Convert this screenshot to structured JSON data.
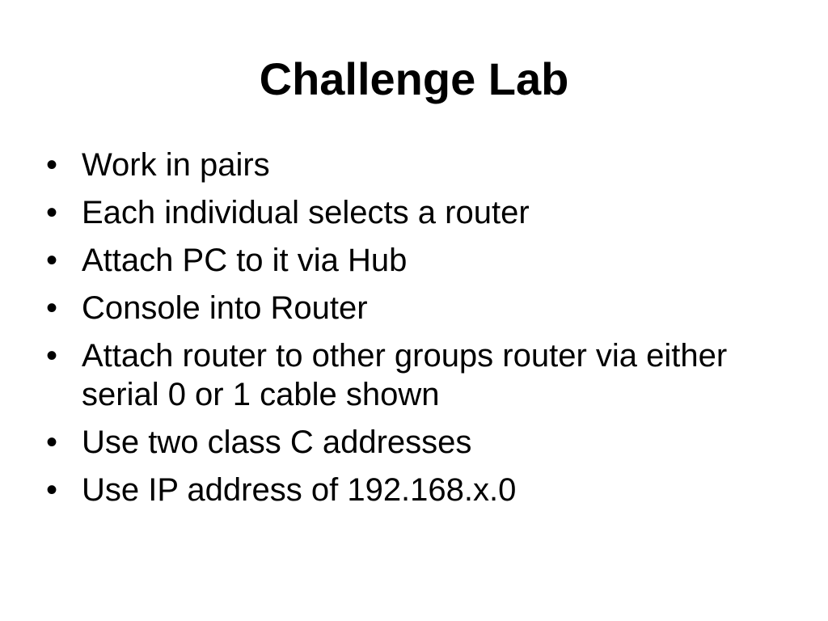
{
  "slide": {
    "title": "Challenge Lab",
    "bullet_marker": "•",
    "bullets": [
      "Work in pairs",
      "Each individual selects a router",
      "Attach PC to it via Hub",
      "Console into Router",
      "Attach router to other groups router via either serial 0 or 1 cable shown",
      "Use two class C addresses",
      "Use IP address of 192.168.x.0"
    ]
  },
  "colors": {
    "background": "#ffffff",
    "text": "#000000"
  }
}
